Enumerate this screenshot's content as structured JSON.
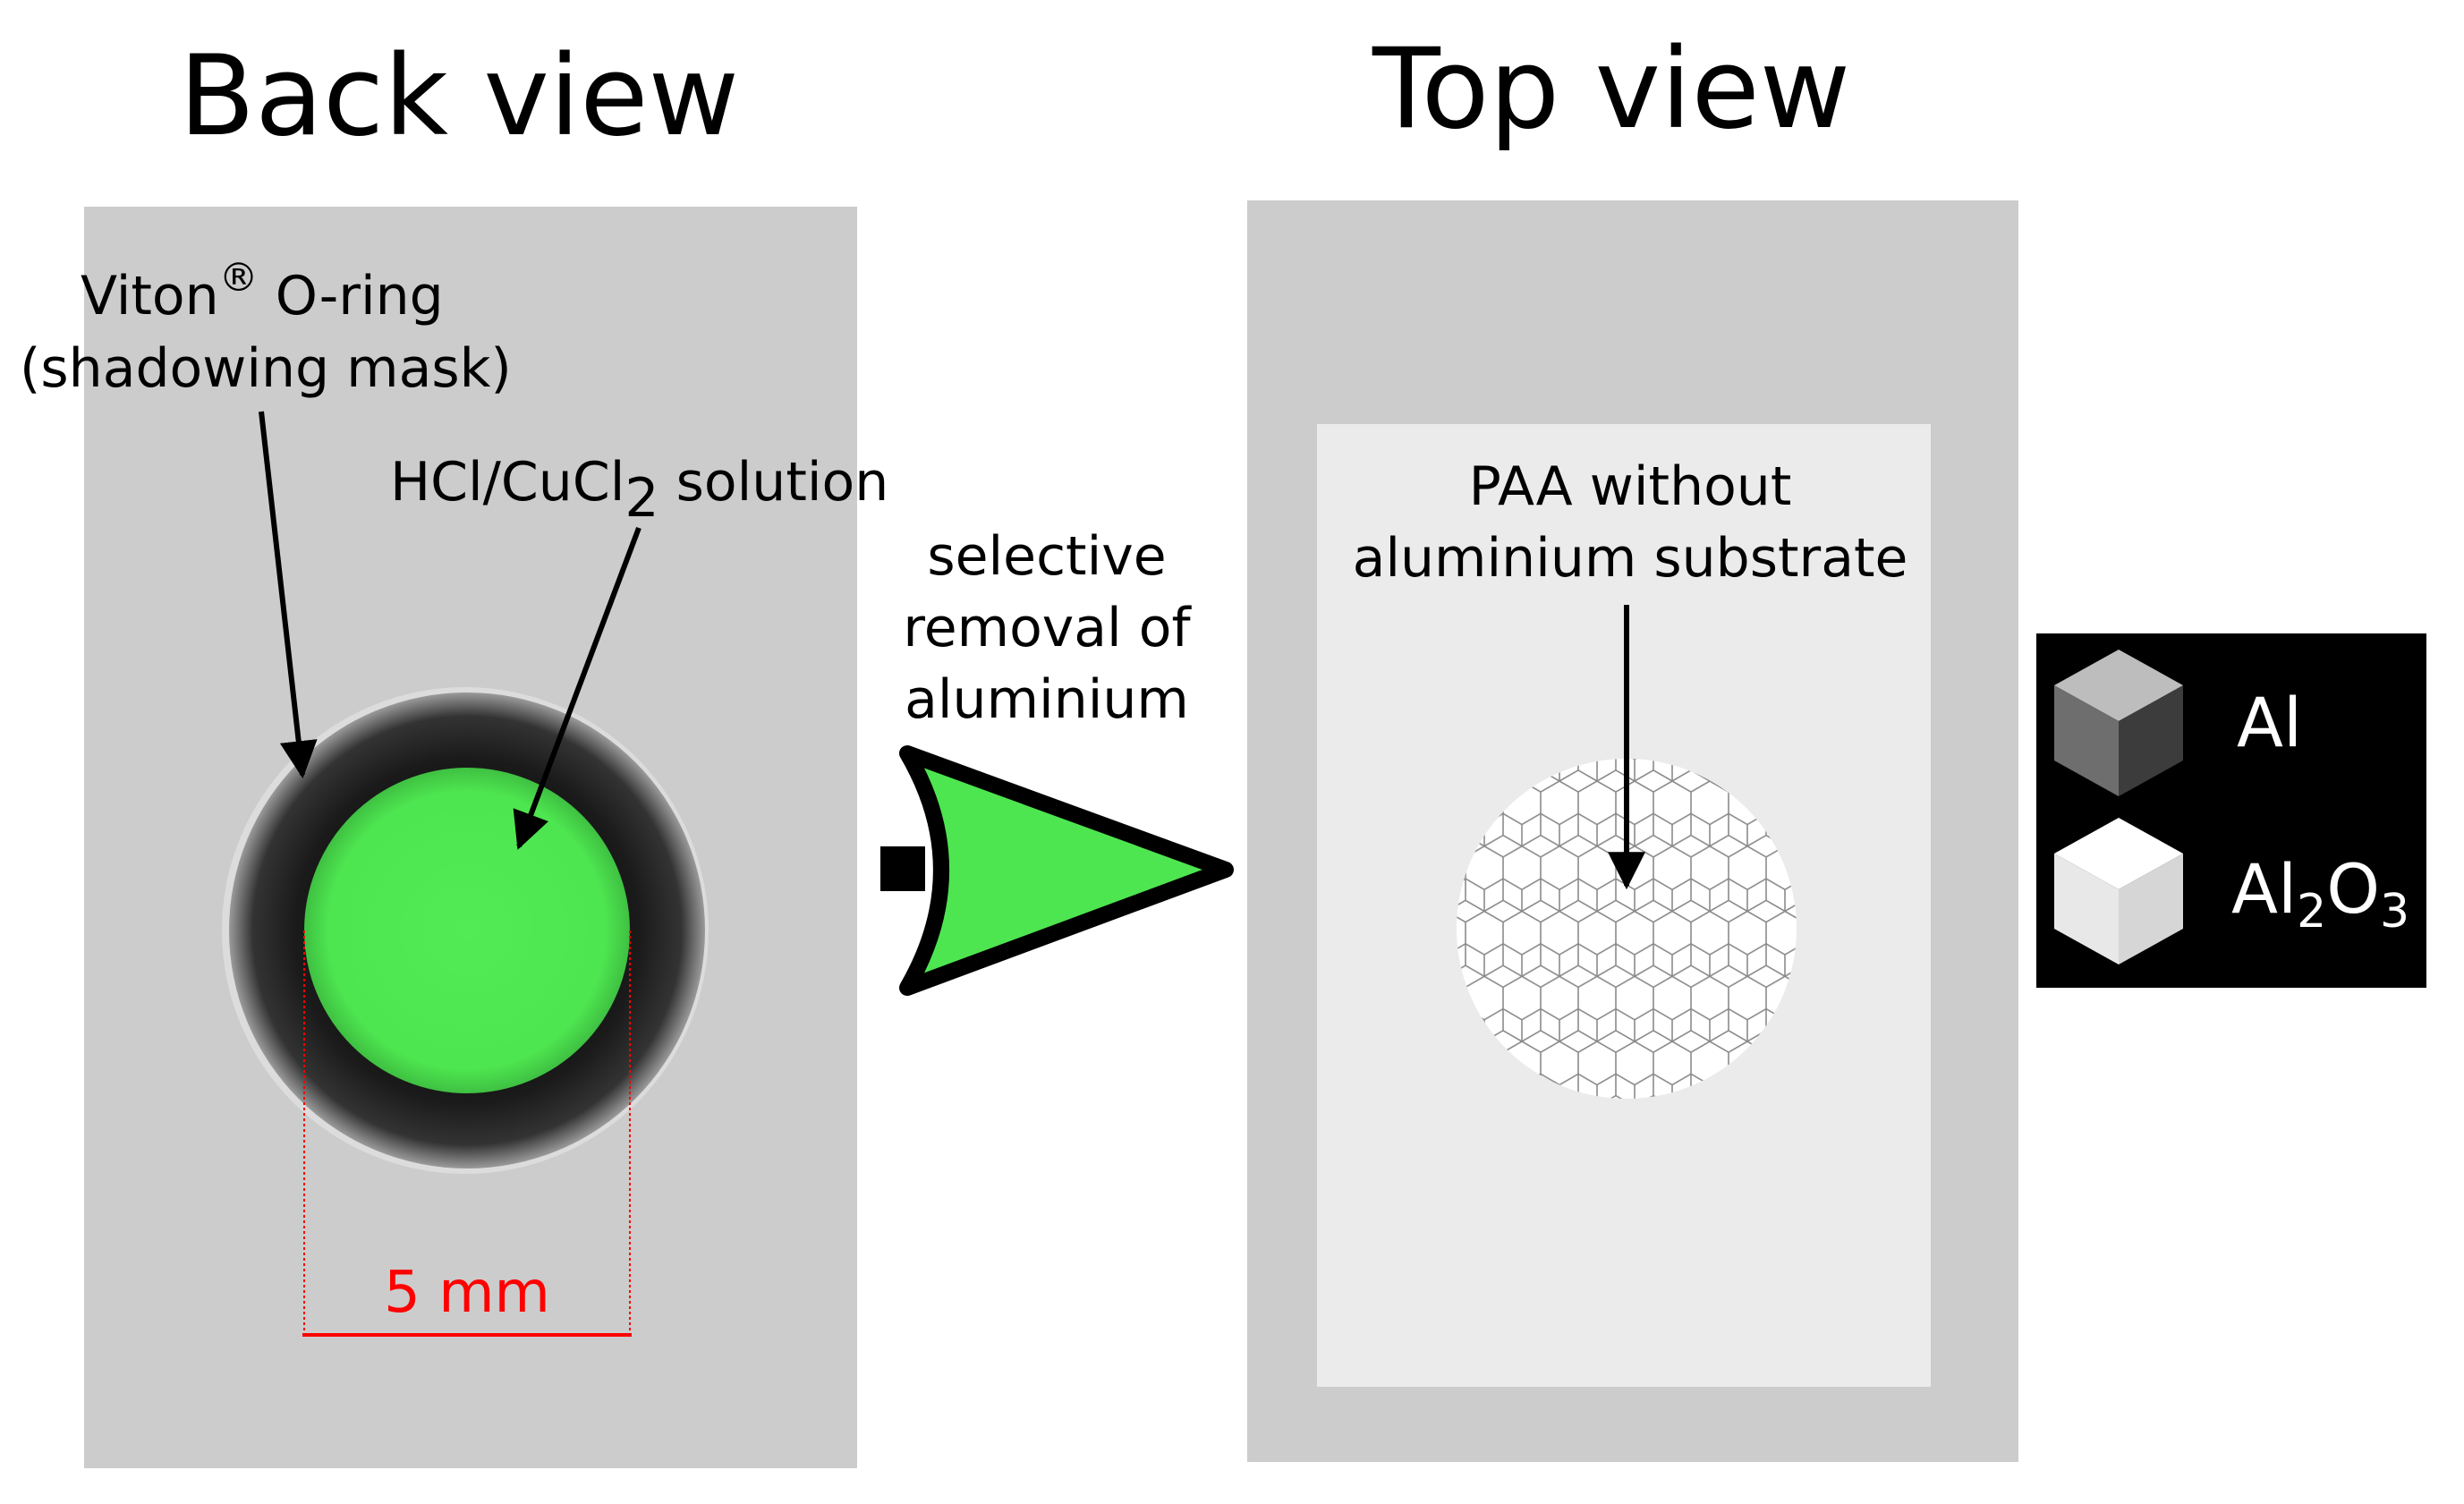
{
  "back_view": {
    "title": "Back view",
    "oring_label_line1": "Viton",
    "oring_label_sup": "®",
    "oring_label_line1_tail": " O-ring",
    "oring_label_line2": "(shadowing mask)",
    "solution_label_main": "HCl/CuCl",
    "solution_label_sub": "2",
    "solution_label_tail": " solution",
    "dimension_label": "5 mm"
  },
  "process": {
    "label_line1": "selective",
    "label_line2": "removal of",
    "label_line3": "aluminium",
    "arrow_color": "#4ee650"
  },
  "top_view": {
    "title": "Top view",
    "paa_label_line1": "PAA without",
    "paa_label_line2": "aluminium substrate"
  },
  "legend": {
    "items": [
      {
        "label_main": "Al",
        "label_sub": "",
        "label_tail": "",
        "icon": "dark-gray-cube-icon"
      },
      {
        "label_main": "Al",
        "label_sub": "2",
        "label_tail": "O",
        "label_sub2": "3",
        "icon": "light-gray-cube-icon"
      }
    ]
  },
  "colors": {
    "plate": "#cccccc",
    "window": "#ebebeb",
    "solution_green": "#4ee650",
    "oring": "#1e1e1e",
    "dimension": "#ff0000",
    "legend_bg": "#000000"
  }
}
